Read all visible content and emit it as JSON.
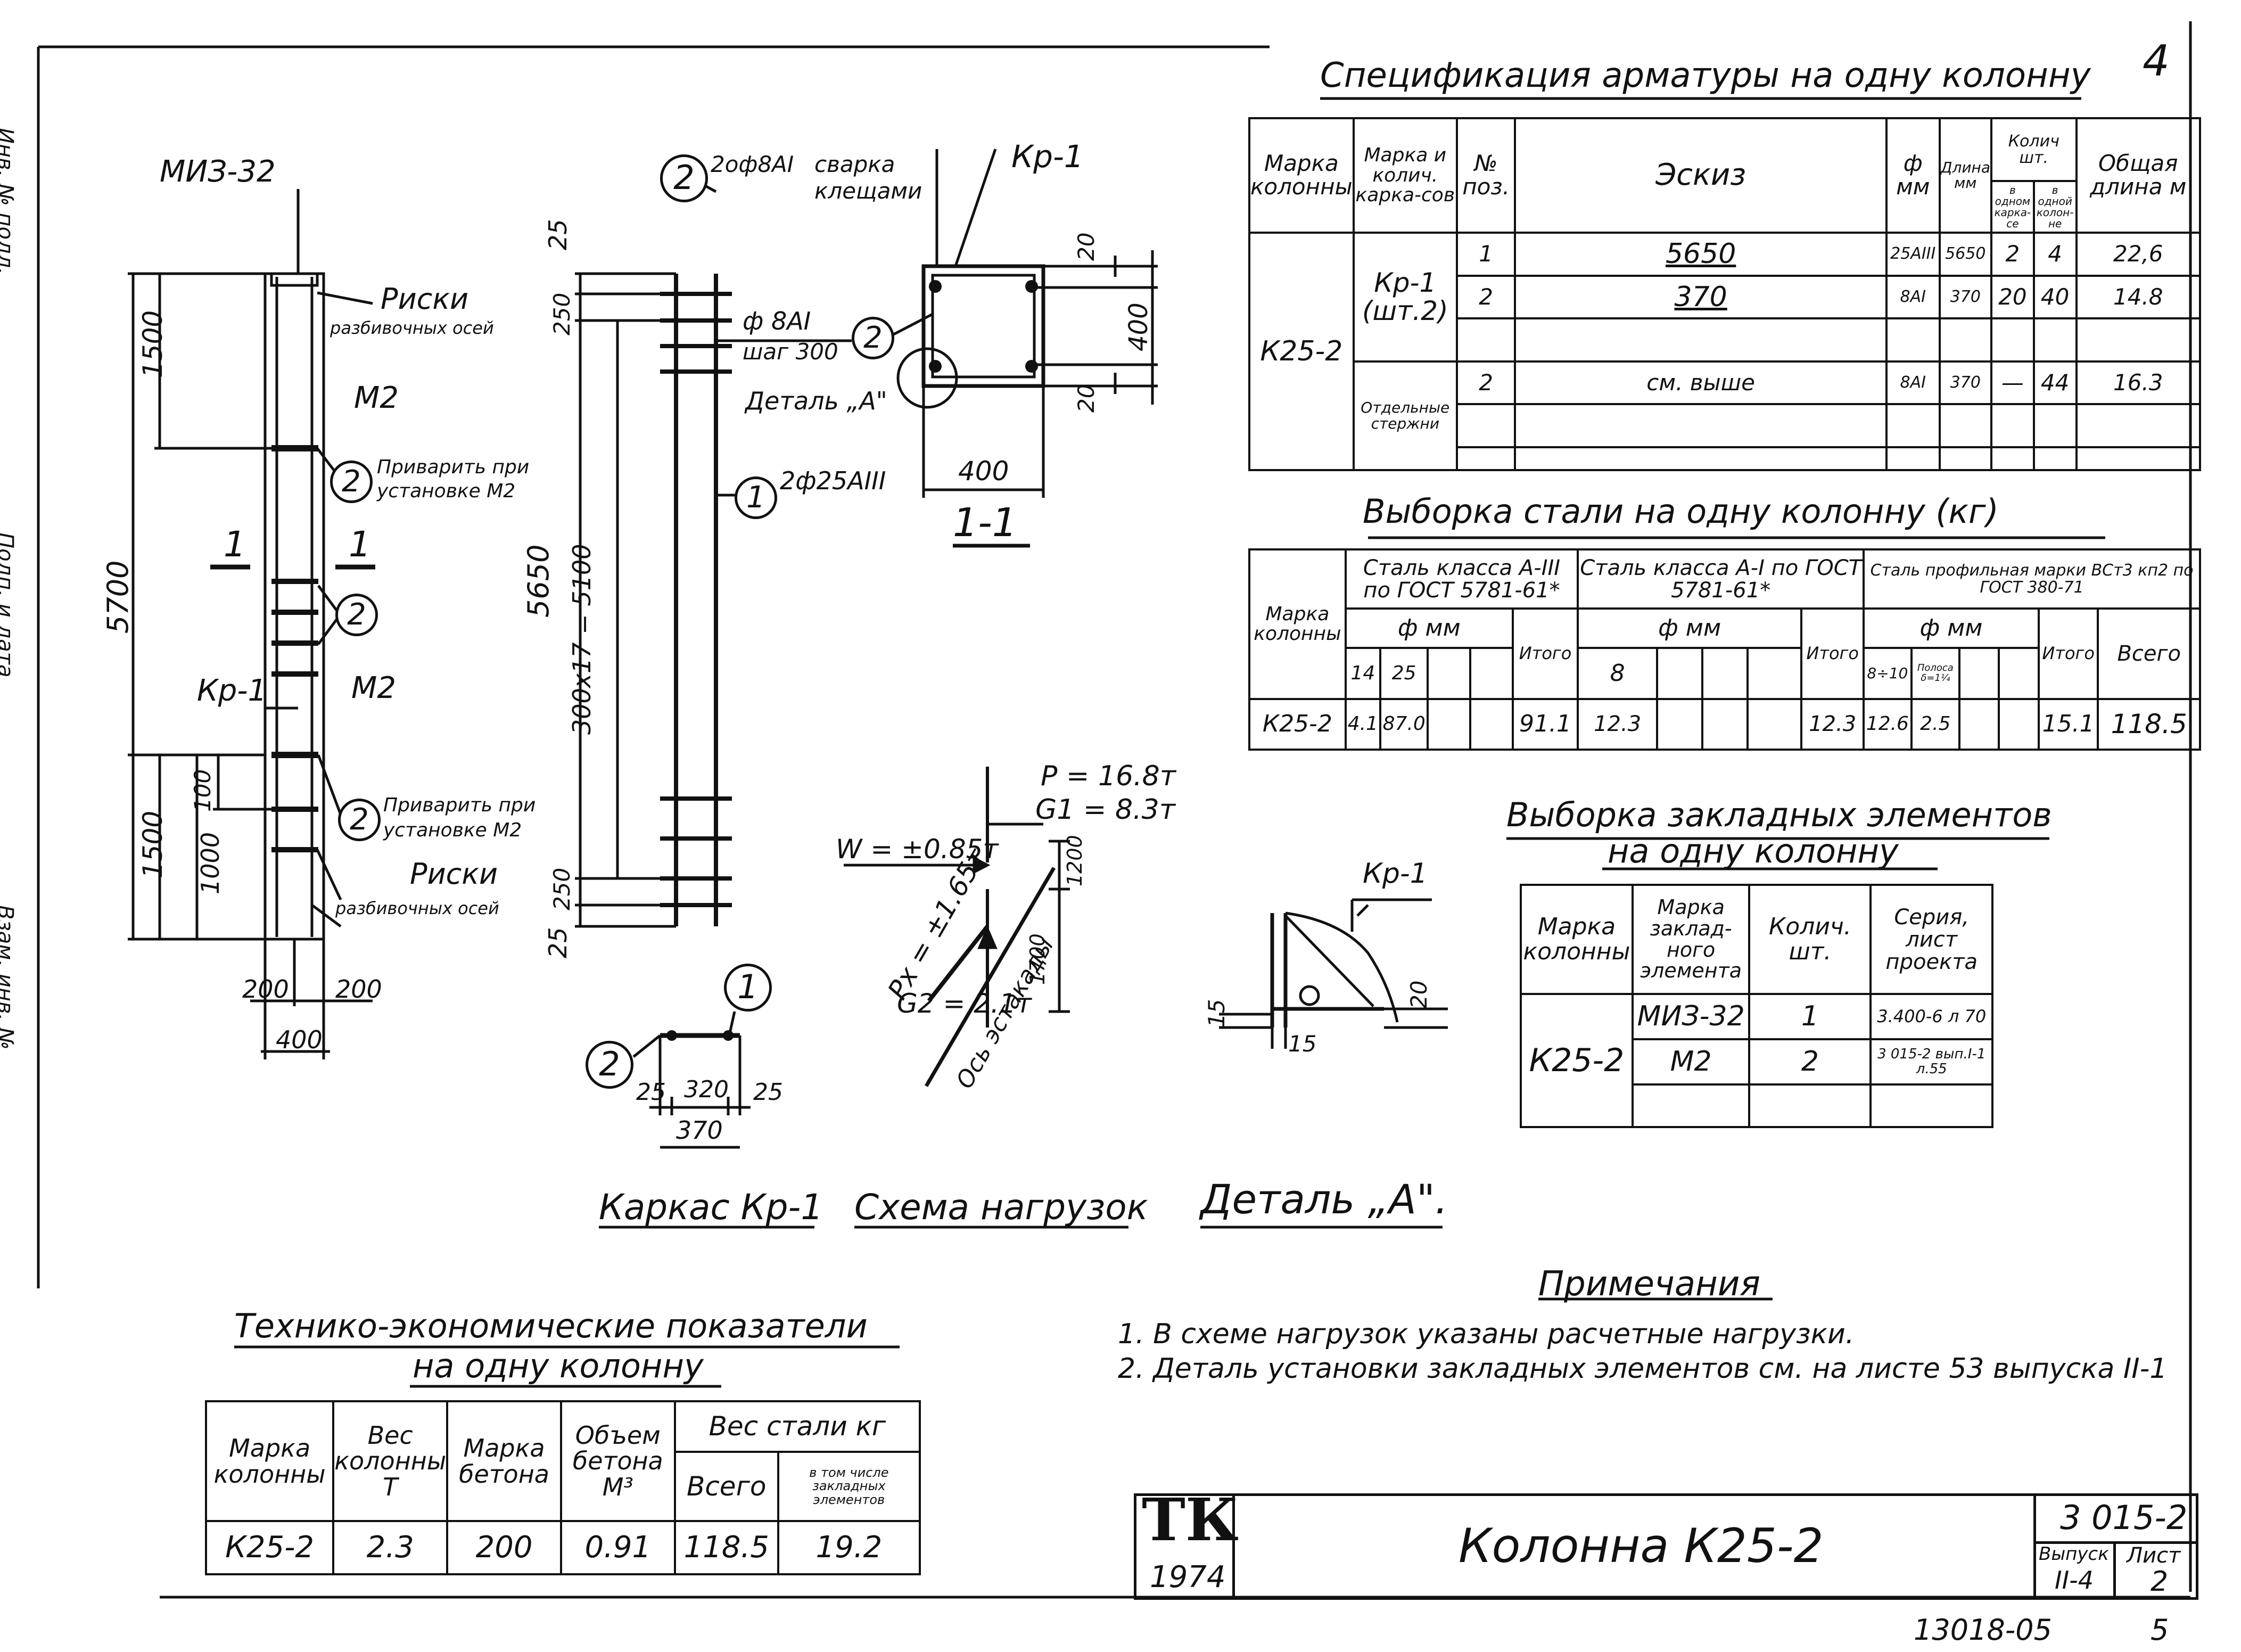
{
  "sheet_no": "4",
  "footer": {
    "code": "13018-05",
    "page": "5"
  },
  "spec": {
    "title": "Спецификация арматуры на одну колонну",
    "h_mark": "Марка колонны",
    "h_frame": "Марка и колич. карка-сов",
    "h_pos": "№ поз.",
    "h_sketch": "Эскиз",
    "h_dia": "ф мм",
    "h_len": "Длина мм",
    "h_qty": "Колич шт.",
    "h_qty_frame": "в одном карка-се",
    "h_qty_col": "в одной колон-не",
    "h_total": "Общая длина м",
    "col_mark": "К25-2",
    "frame": "Кр-1 (шт.2)",
    "loose": "Отдельные стержни",
    "rows": [
      {
        "pos": "1",
        "sketch": "5650",
        "dia": "25АIII",
        "len": "5650",
        "q1": "2",
        "q2": "4",
        "total": "22,6"
      },
      {
        "pos": "2",
        "sketch": "370",
        "dia": "8АI",
        "len": "370",
        "q1": "20",
        "q2": "40",
        "total": "14.8"
      },
      {
        "pos": "2",
        "sketch": "см. выше",
        "dia": "8АI",
        "len": "370",
        "q1": "—",
        "q2": "44",
        "total": "16.3"
      }
    ]
  },
  "steel": {
    "title": "Выборка стали на одну колонну (кг)",
    "h_mark": "Марка колонны",
    "g1": "Сталь класса А-III по ГОСТ 5781-61*",
    "g2": "Сталь класса А-I по ГОСТ 5781-61*",
    "g3": "Сталь профильная марки ВСт3 кп2 по ГОСТ 380-71",
    "dia": "ф мм",
    "itogo": "Итого",
    "vsego": "Всего",
    "s1": [
      "14",
      "25"
    ],
    "s2": [
      "8"
    ],
    "s3": [
      "8÷10",
      "Полоса δ=1¼"
    ],
    "row": {
      "mark": "К25-2",
      "a": "4.1",
      "b": "87.0",
      "it1": "91.1",
      "c": "12.3",
      "it2": "12.3",
      "d": "12.6",
      "e": "2.5",
      "it3": "15.1",
      "all": "118.5"
    }
  },
  "embedded": {
    "title1": "Выборка закладных элементов",
    "title2": "на одну колонну",
    "h_mark": "Марка колонны",
    "h_elem": "Марка заклад-ного элемента",
    "h_qty": "Колич. шт.",
    "h_series": "Серия, лист проекта",
    "col_mark": "К25-2",
    "rows": [
      {
        "elem": "МИЗ-32",
        "qty": "1",
        "series": "3.400-6 л 70"
      },
      {
        "elem": "М2",
        "qty": "2",
        "series": "3 015-2 вып.I-1 л.55"
      }
    ]
  },
  "tech": {
    "title1": "Технико-экономические показатели",
    "title2": "на одну колонну",
    "h_mark": "Марка колонны",
    "h_weight": "Вес колонны Т",
    "h_conc": "Марка бетона",
    "h_vol": "Объем бетона М³",
    "h_steel": "Вес стали кг",
    "h_all": "Всего",
    "h_incl": "в том числе закладных элементов",
    "row": {
      "mark": "К25-2",
      "weight": "2.3",
      "conc": "200",
      "vol": "0.91",
      "all": "118.5",
      "incl": "19.2"
    }
  },
  "notes": {
    "title": "Примечания",
    "items": [
      "1.  В схеме нагрузок указаны расчетные нагрузки.",
      "2.  Деталь установки закладных элементов см. на листе 53 выпуска II-1"
    ]
  },
  "stamp": {
    "logo": "ТК",
    "year": "1974",
    "title": "Колонна К25-2",
    "series": "3 015-2",
    "issue_lbl": "Выпуск",
    "issue": "II-4",
    "sheet_lbl": "Лист",
    "sheet": "2"
  },
  "column": {
    "miz": "МИЗ-32",
    "riski": "Риски",
    "riski_sub": "разбивочных осей",
    "m2": "М2",
    "weld": "Приварить при",
    "weld2": "установке М2",
    "kr1": "Кр-1",
    "sec": "1",
    "d5700": "5700",
    "d1500a": "1500",
    "d1500b": "1500",
    "d100": "100",
    "d1000": "1000",
    "d200a": "200",
    "d200b": "200",
    "d400": "400",
    "c2": "2"
  },
  "cage": {
    "note1": "2оф8АI",
    "note2": "сварка",
    "note3": "клещами",
    "bar2": "ф 8АI",
    "step": "шаг 300",
    "bar1": "2ф25АIII",
    "d25a": "25",
    "d250a": "250",
    "d5650": "5650",
    "d300": "300x17 = 5100",
    "d250b": "250",
    "d25b": "25",
    "c1": "1",
    "c2": "2"
  },
  "section": {
    "kr": "Кр-1",
    "title": "1-1",
    "d20a": "20",
    "d400v": "400",
    "d20b": "20",
    "d400h": "400",
    "detail": "Деталь „А\""
  },
  "bar_sketch": {
    "d25a": "25",
    "d320": "320",
    "d25b": "25",
    "d370": "370"
  },
  "loads": {
    "p": "P = 16.8т",
    "g1": "G1 = 8.3т",
    "w": "W = ±0.85т",
    "px": "Px = ±1.65т",
    "g2": "G2 = 2.1т",
    "axis": "Ось эстакады",
    "d1200": "1200",
    "d1700": "1700"
  },
  "detail_a": {
    "kr": "Кр-1",
    "d15a": "15",
    "d15b": "15",
    "d20": "20"
  },
  "captions": {
    "cage": "Каркас Кр-1",
    "loads": "Схема нагрузок",
    "detail": "Деталь „А\"."
  },
  "side": {
    "s1": "Инв. № подл.",
    "s2": "Подп. и дата",
    "s3": "Взам. инв. №"
  }
}
